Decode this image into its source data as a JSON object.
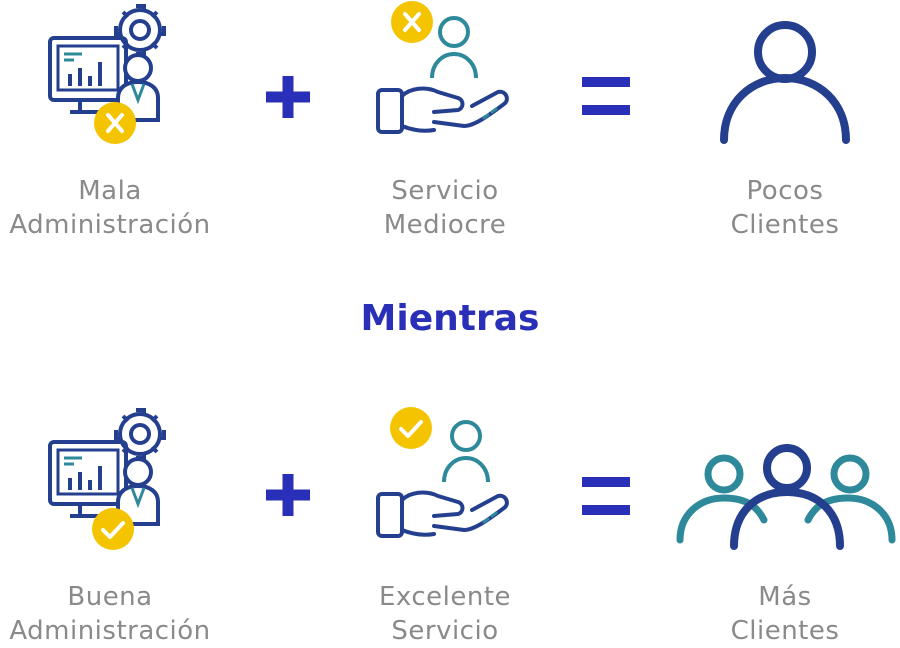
{
  "row1": {
    "item1": {
      "line1": "Mala",
      "line2": "Administración"
    },
    "item2": {
      "line1": "Servicio",
      "line2": "Mediocre"
    },
    "result": {
      "line1": "Pocos",
      "line2": "Clientes"
    }
  },
  "middle": {
    "title": "Mientras"
  },
  "row2": {
    "item1": {
      "line1": "Buena",
      "line2": "Administración"
    },
    "item2": {
      "line1": "Excelente",
      "line2": "Servicio"
    },
    "result": {
      "line1": "Más",
      "line2": "Clientes"
    }
  },
  "colors": {
    "navy": "#253f8f",
    "teal": "#2e8a9b",
    "yellow": "#f5c400",
    "operator": "#2a2fb7",
    "label": "#8a8a8a"
  },
  "icons": [
    "admin-computer-icon",
    "x-badge-icon",
    "check-badge-icon",
    "hand-user-icon",
    "user-icon",
    "users-group-icon",
    "plus-icon",
    "equals-icon"
  ]
}
